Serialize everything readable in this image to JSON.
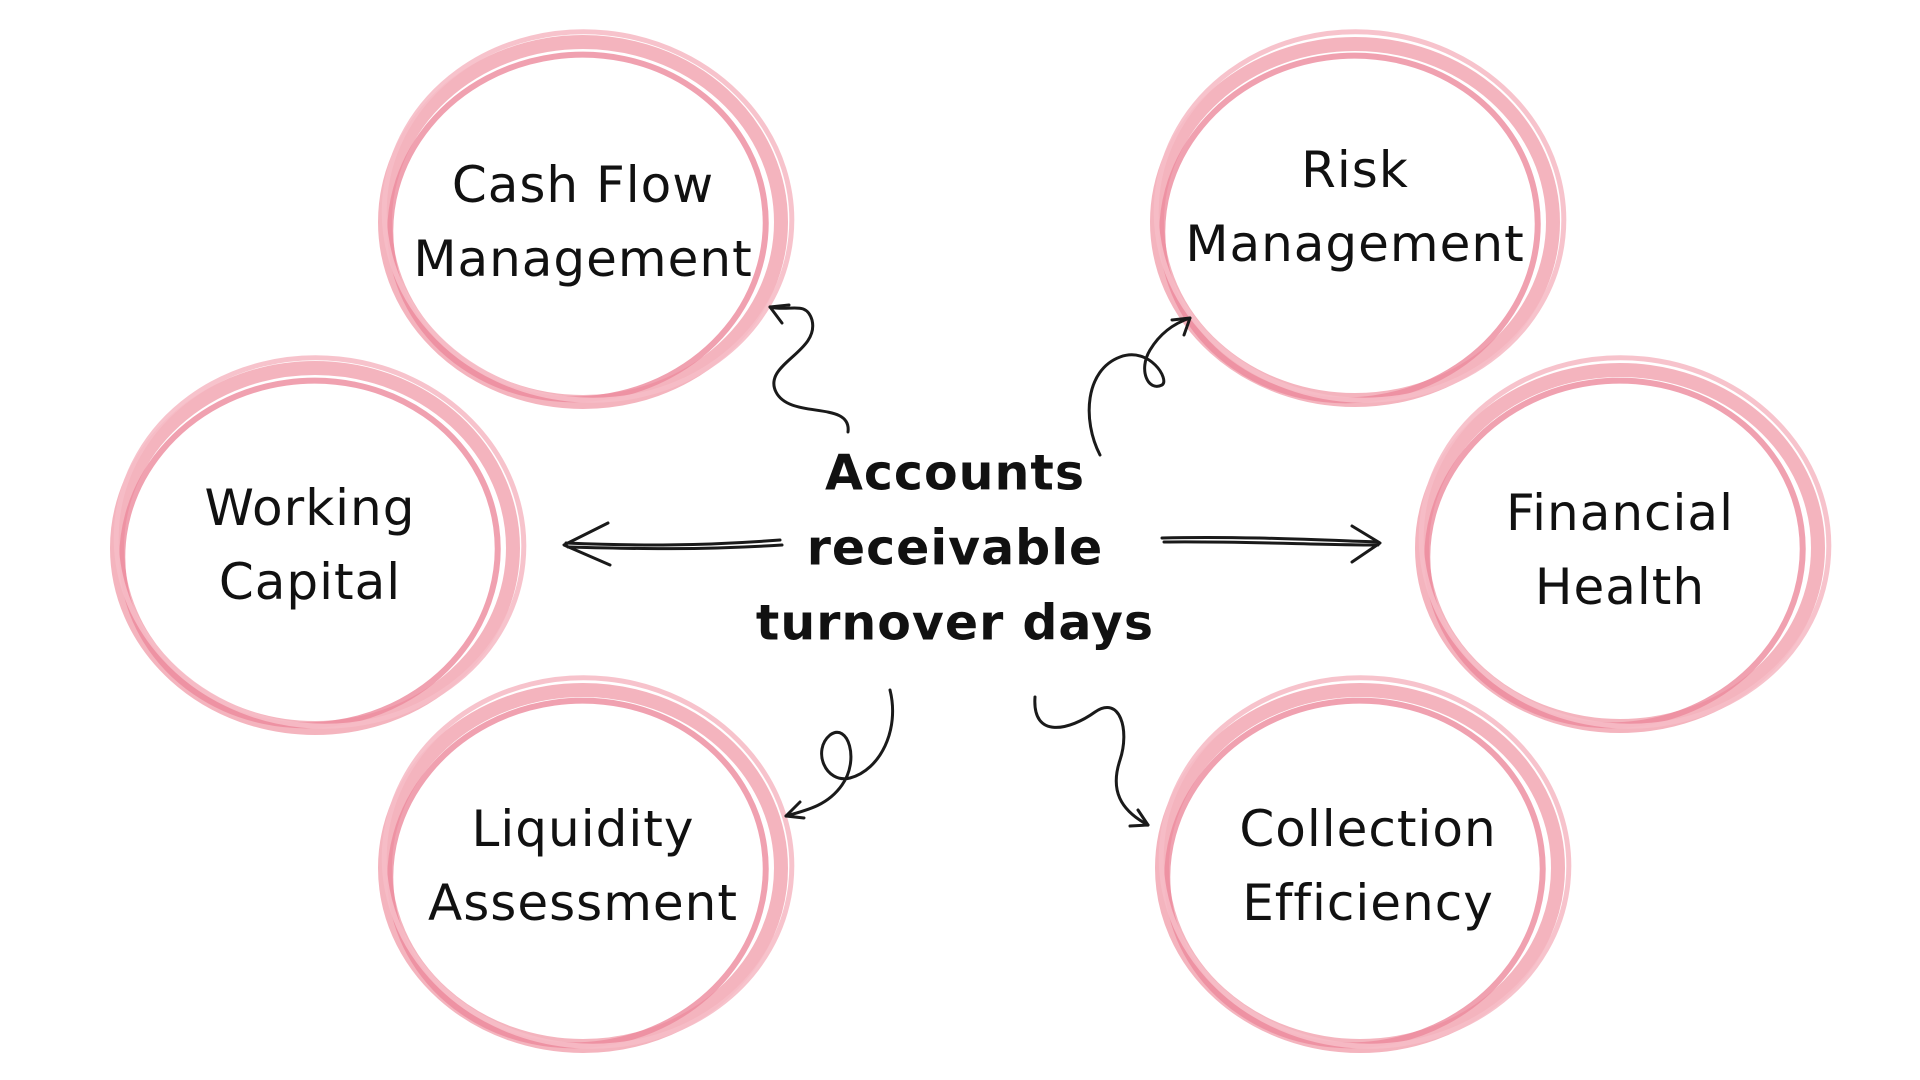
{
  "colors": {
    "ring": "#f2a7b3",
    "ring_dark": "#ec8a9c",
    "text": "#111111",
    "arrow": "#1a1a1a"
  },
  "center": {
    "lines": [
      "Accounts",
      "receivable",
      "turnover days"
    ]
  },
  "nodes": {
    "cash_flow": {
      "lines": [
        "Cash Flow",
        "Management"
      ]
    },
    "risk": {
      "lines": [
        "Risk",
        "Management"
      ]
    },
    "working_capital": {
      "lines": [
        "Working",
        "Capital"
      ]
    },
    "financial_health": {
      "lines": [
        "Financial",
        "Health"
      ]
    },
    "liquidity": {
      "lines": [
        "Liquidity",
        "Assessment"
      ]
    },
    "collection": {
      "lines": [
        "Collection",
        "Efficiency"
      ]
    }
  }
}
